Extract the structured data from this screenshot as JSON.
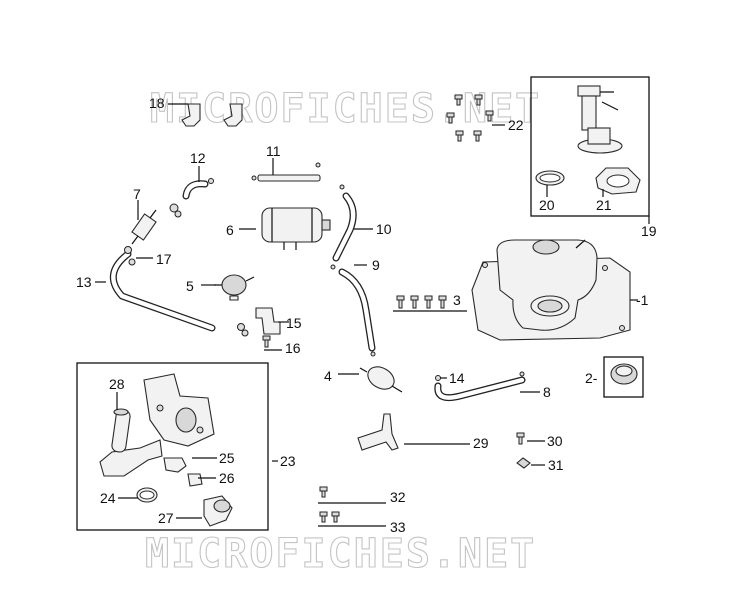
{
  "watermark": {
    "top": "MICROFICHES.NET",
    "bottom": "MICROFICHES.NET"
  },
  "labels": {
    "p1": "-1",
    "p2": "2-",
    "p3": "3",
    "p4": "4",
    "p5": "5",
    "p6": "6",
    "p7": "7",
    "p8": "8",
    "p9": "9",
    "p10": "10",
    "p11": "11",
    "p12": "12",
    "p13": "13",
    "p14": "14",
    "p15": "15",
    "p16": "16",
    "p17": "17",
    "p18": "18",
    "p19": "19",
    "p20": "20",
    "p21": "21",
    "p22": "22",
    "p23": "23",
    "p24": "24",
    "p25": "25",
    "p26": "26",
    "p27": "27",
    "p28": "28",
    "p29": "29",
    "p30": "30",
    "p31": "31",
    "p32": "32",
    "p33": "33"
  }
}
